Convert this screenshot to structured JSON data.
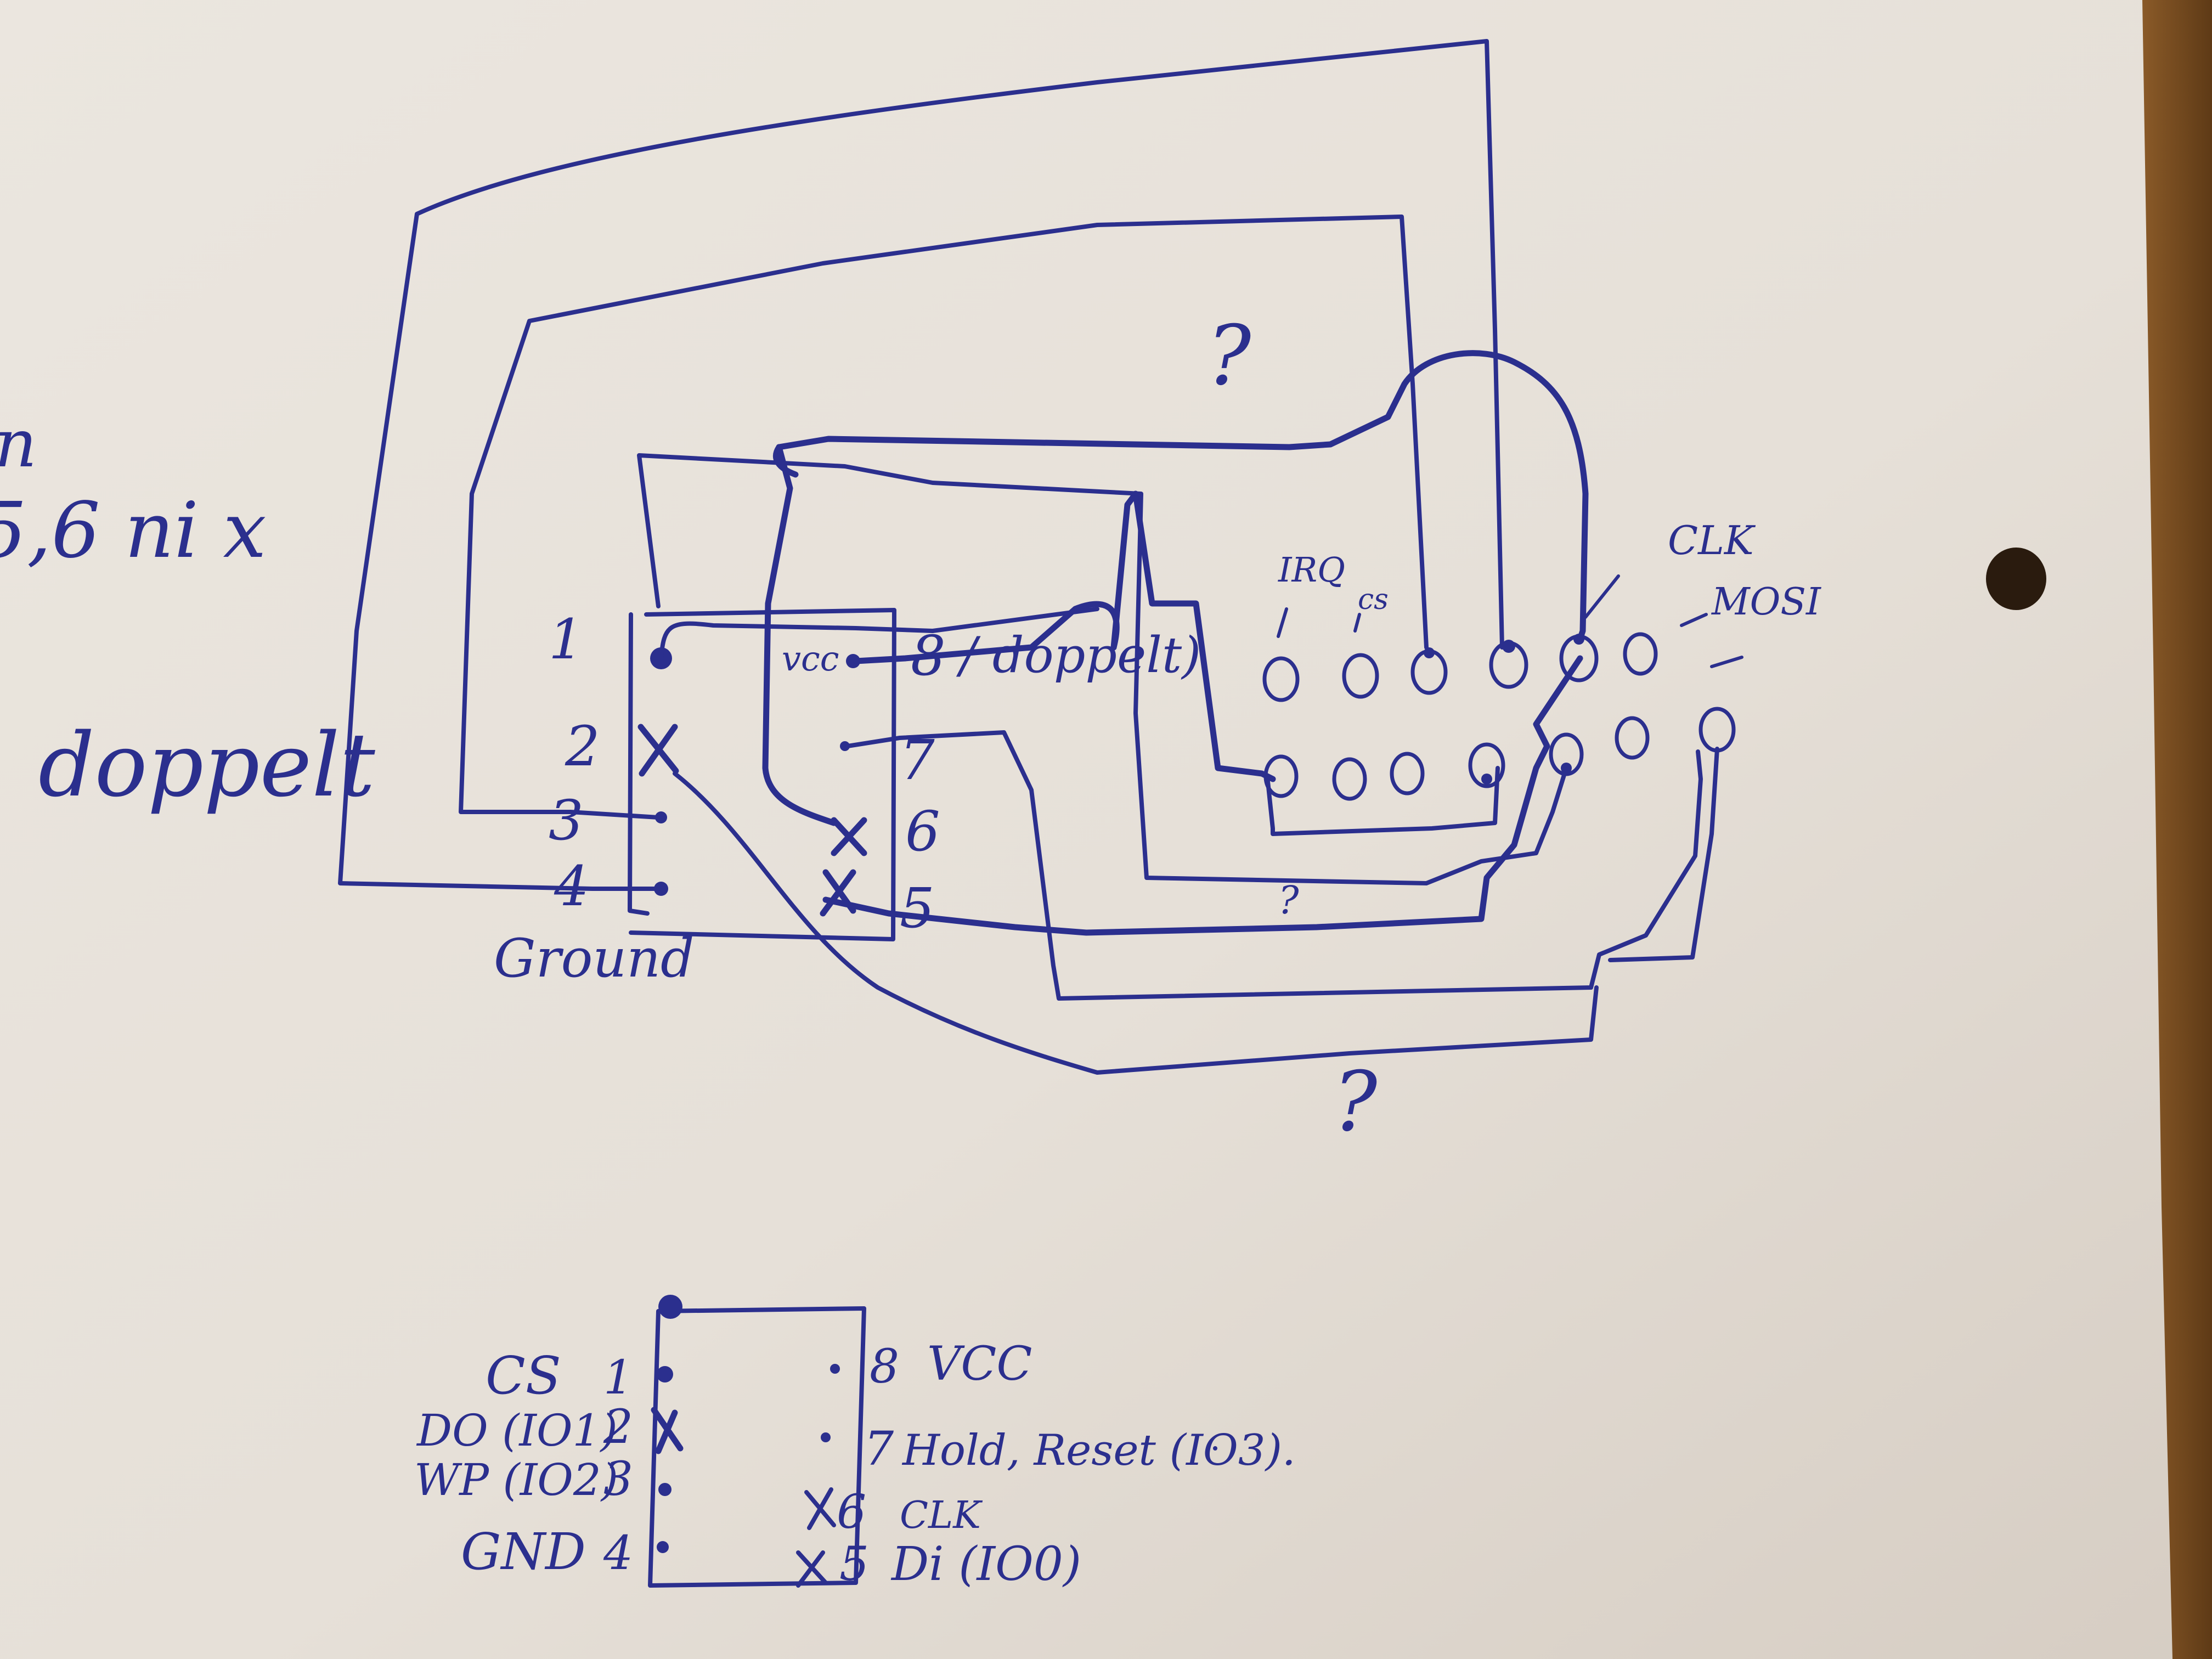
{
  "margin_note": {
    "line1": "n",
    "line2": "5,6 ni x",
    "line3": "doppelt"
  },
  "top_diagram": {
    "left_pins": [
      "1",
      "2",
      "3",
      "4"
    ],
    "right_pins": [
      "8",
      "7",
      "6",
      "5"
    ],
    "vcc": "vcc",
    "doppelt_note": "/ doppelt)",
    "ground": "Ground",
    "header_labels": {
      "irq": "IRQ",
      "cs": "cs",
      "clk": "CLK",
      "mosi": "MOSI"
    },
    "question_marks": [
      "?",
      "?",
      "?"
    ]
  },
  "chip_pinout": {
    "left": [
      {
        "name": "CS",
        "num": "1"
      },
      {
        "name": "DO (IO1)",
        "num": "2"
      },
      {
        "name": "WP (IO2)",
        "num": "3"
      },
      {
        "name": "GND",
        "num": "4"
      }
    ],
    "right": [
      {
        "num": "8",
        "name": "VCC"
      },
      {
        "num": "7",
        "name": "Hold, Reset (IO3)."
      },
      {
        "num": "6",
        "name": "CLK"
      },
      {
        "num": "5",
        "name": "Di (IO0)"
      }
    ]
  },
  "colors": {
    "ink": "#2b2f8e",
    "paper": "#e9e4dd",
    "wood": "#7a4a1e"
  }
}
